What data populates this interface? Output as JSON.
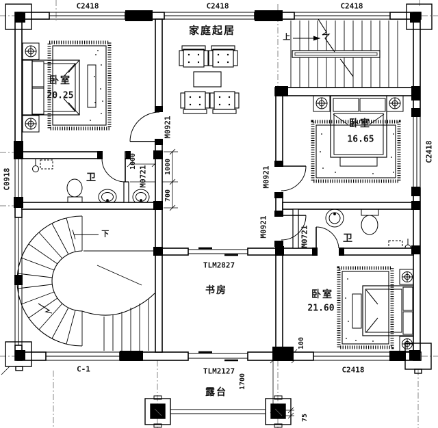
{
  "rooms": {
    "living": {
      "name": "家庭起居"
    },
    "bedroom_tl": {
      "name": "卧室",
      "area": "20.25"
    },
    "bedroom_tr": {
      "name": "卧室",
      "area": "16.65"
    },
    "bedroom_br": {
      "name": "卧室",
      "area": "21.60"
    },
    "study": {
      "name": "书房"
    },
    "bath_left": {
      "name": "卫"
    },
    "bath_right": {
      "name": "卫"
    },
    "terrace": {
      "name": "露台"
    }
  },
  "windows": {
    "top_left": "C2418",
    "top_mid": "C2418",
    "top_right": "C2418",
    "right": "C2418",
    "left": "C0918",
    "bottom_left": "C-1",
    "bottom_right": "C2418"
  },
  "doors": {
    "bedroom_tl": "M0921",
    "bedroom_tr": "M0921",
    "hall": "M0921",
    "bath_left": "M0721",
    "bath_right": "M0721",
    "study_top": "TLM2827",
    "study_bottom": "TLM2127"
  },
  "dims": {
    "nook_width": "1000",
    "chain_1000": "1000",
    "chain_700": "700",
    "offset_100": "100",
    "terrace_1700": "1700",
    "terrace_75": "75"
  },
  "stairs": {
    "up": "上",
    "down": "下"
  },
  "colors": {
    "line": "#000000",
    "paper": "#ffffff"
  }
}
